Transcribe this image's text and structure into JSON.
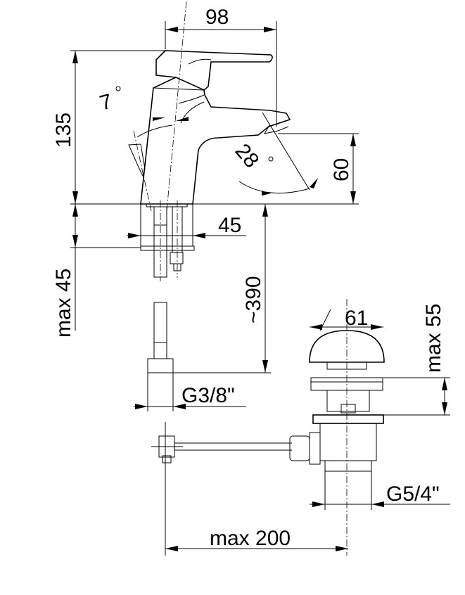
{
  "dimensions": {
    "width_top": "98",
    "height_total": "135",
    "tilt_angle": "7",
    "spout_angle": "28",
    "spout_height": "60",
    "base_width": "45",
    "max_thickness": "max 45",
    "hose_length": "~390",
    "waste_diameter": "61",
    "waste_height": "max 55",
    "hose_thread": "G3/8\"",
    "waste_thread": "G5/4\"",
    "rod_length": "max 200"
  },
  "degree_symbol": "°",
  "diameter_symbol": "⌀"
}
